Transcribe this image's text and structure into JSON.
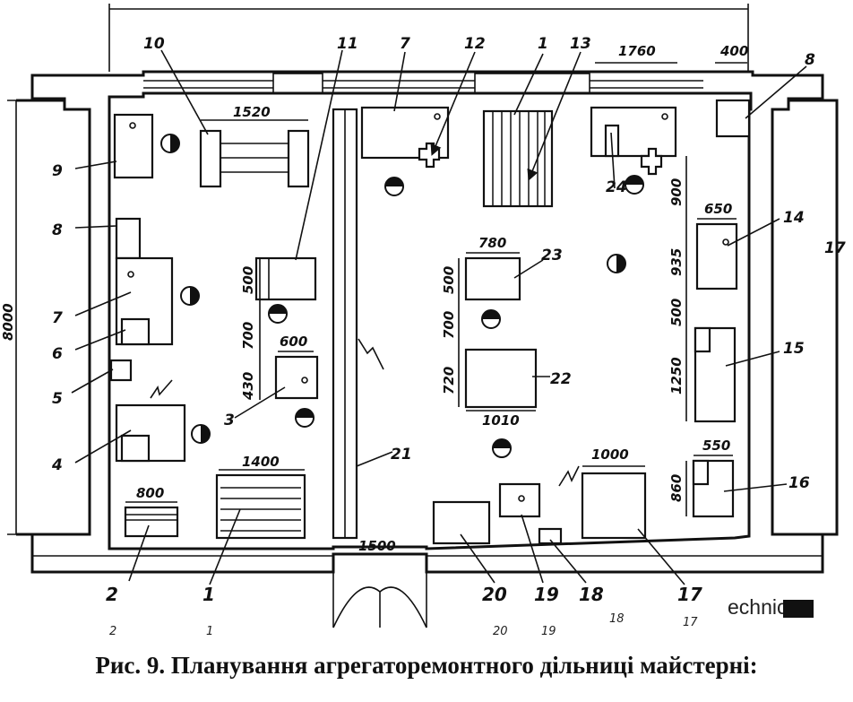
{
  "caption": "Рис. 9. Планування агрегаторемонтного дільниці майстерні:",
  "watermark": "echnic",
  "dims": {
    "total_height": "8000",
    "d1520": "1520",
    "d1760": "1760",
    "d400": "400",
    "d500a": "500",
    "d700a": "700",
    "d600": "600",
    "d430": "430",
    "d1400": "1400",
    "d800": "800",
    "d1500": "1500",
    "d780": "780",
    "d500b": "500",
    "d700b": "700",
    "d720": "720",
    "d1010": "1010",
    "d900": "900",
    "d650": "650",
    "d935": "935",
    "d500c": "500",
    "d1250": "1250",
    "d550": "550",
    "d860": "860",
    "d1000": "1000"
  },
  "labels": {
    "l10": "10",
    "l11": "11",
    "l7top": "7",
    "l12": "12",
    "l1top": "1",
    "l13": "13",
    "l8top": "8",
    "l9": "9",
    "l8": "8",
    "l7": "7",
    "l6": "6",
    "l5": "5",
    "l4": "4",
    "l3": "3",
    "l23": "23",
    "l22": "22",
    "l21": "21",
    "l24": "24",
    "l14": "14",
    "l15": "15",
    "l16": "16",
    "l2": "2",
    "l1": "1",
    "l20": "20",
    "l19": "19",
    "l18": "18",
    "l17": "17",
    "l_right": "17"
  },
  "sub_labels": {
    "s2": "2",
    "s1": "1",
    "s20": "20",
    "s19": "19",
    "s18": "18",
    "s17": "17"
  }
}
